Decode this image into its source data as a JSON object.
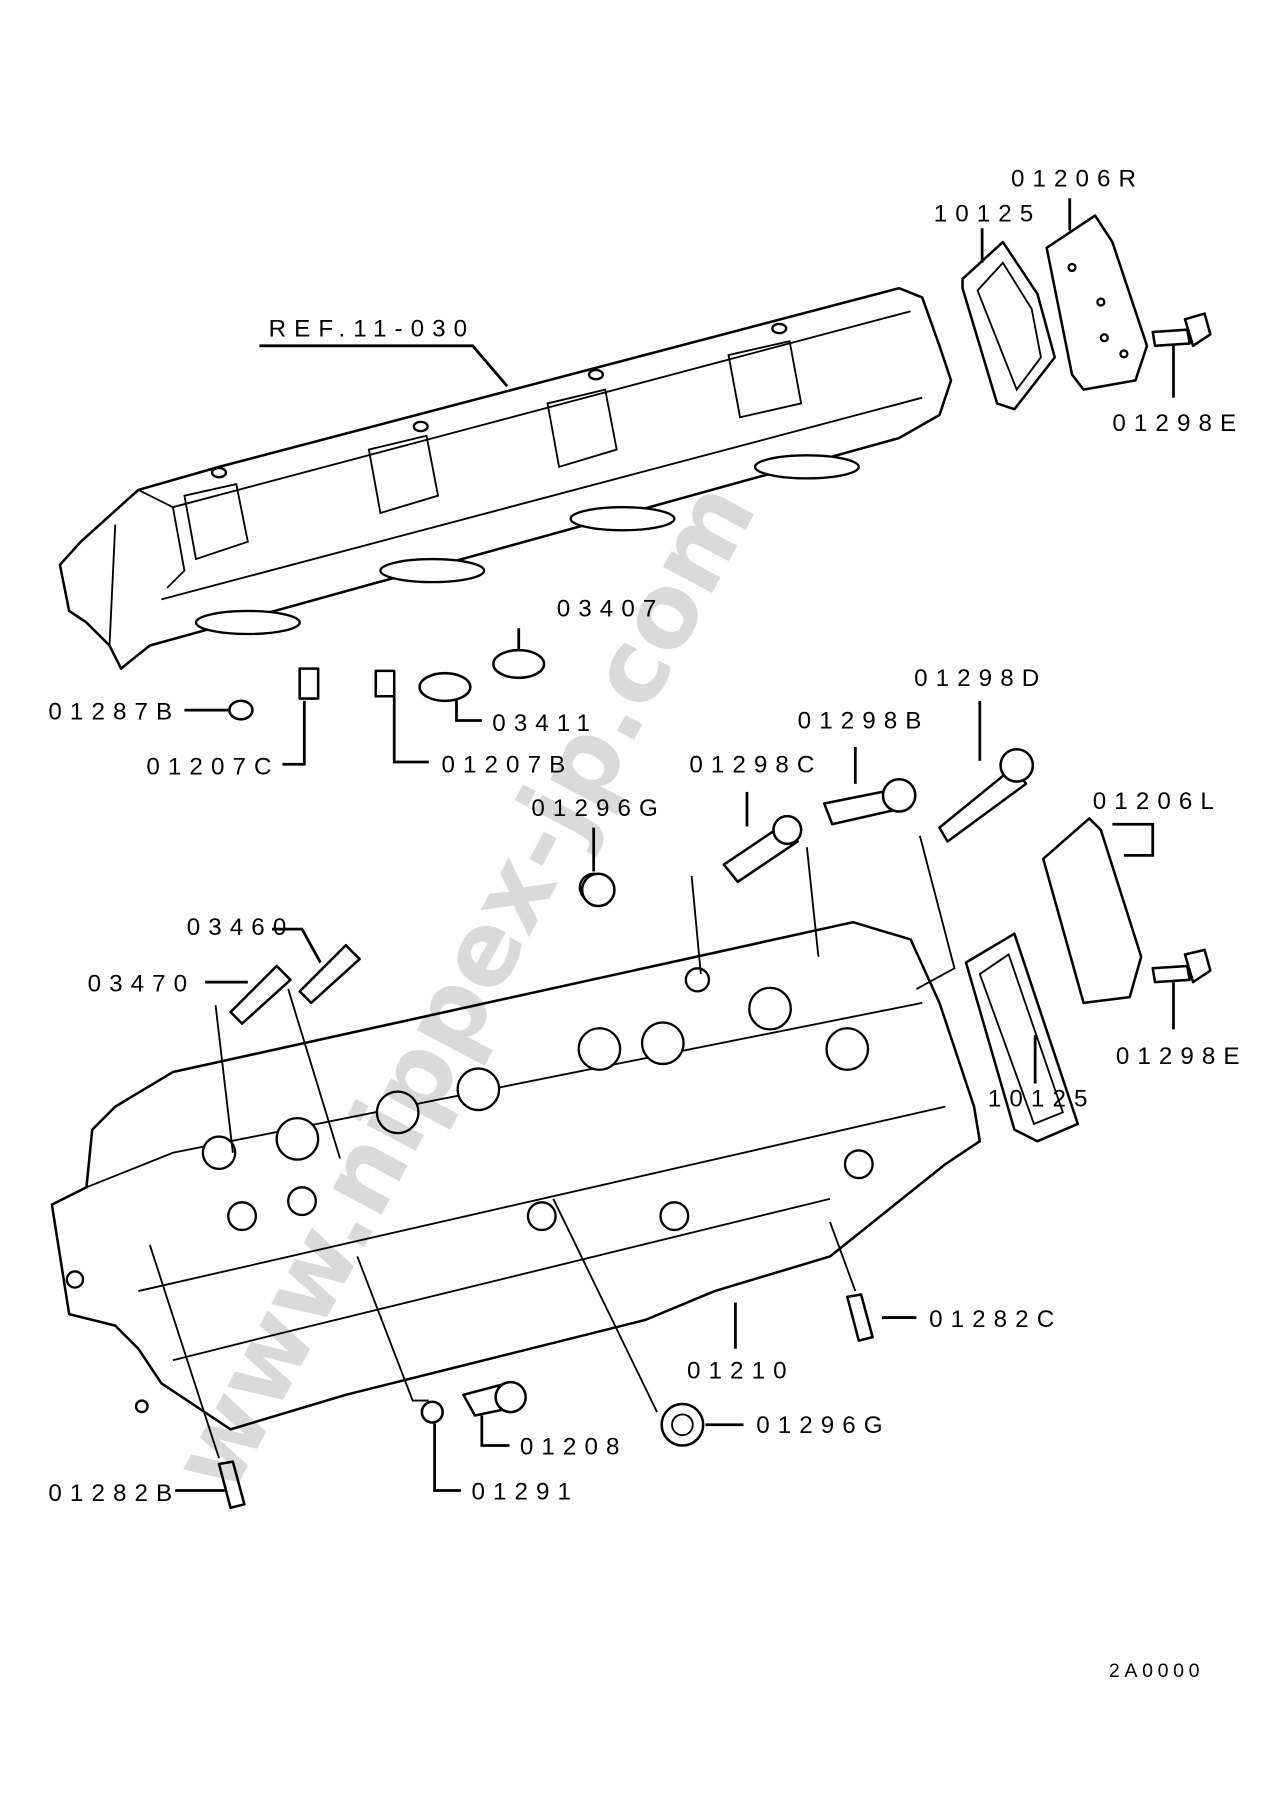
{
  "diagram": {
    "watermark": "www.nippex-jp.com",
    "figure_code": "2A0000",
    "labels": {
      "p01206R": "01206R",
      "p10125_top": "10125",
      "ref": "REF.11-030",
      "p01298E_top": "01298E",
      "p03407": "03407",
      "p01287B": "01287B",
      "p03411": "03411",
      "p01207C": "01207C",
      "p01207B": "01207B",
      "p01298D": "01298D",
      "p01298B": "01298B",
      "p01298C": "01298C",
      "p01296G_top": "01296G",
      "p01206L": "01206L",
      "p03460": "03460",
      "p03470": "03470",
      "p01298E_bottom": "01298E",
      "p10125_bottom": "10125",
      "p01282C": "01282C",
      "p01210": "01210",
      "p01296G_bottom": "01296G",
      "p01208": "01208",
      "p01291": "01291",
      "p01282B": "01282B"
    }
  }
}
